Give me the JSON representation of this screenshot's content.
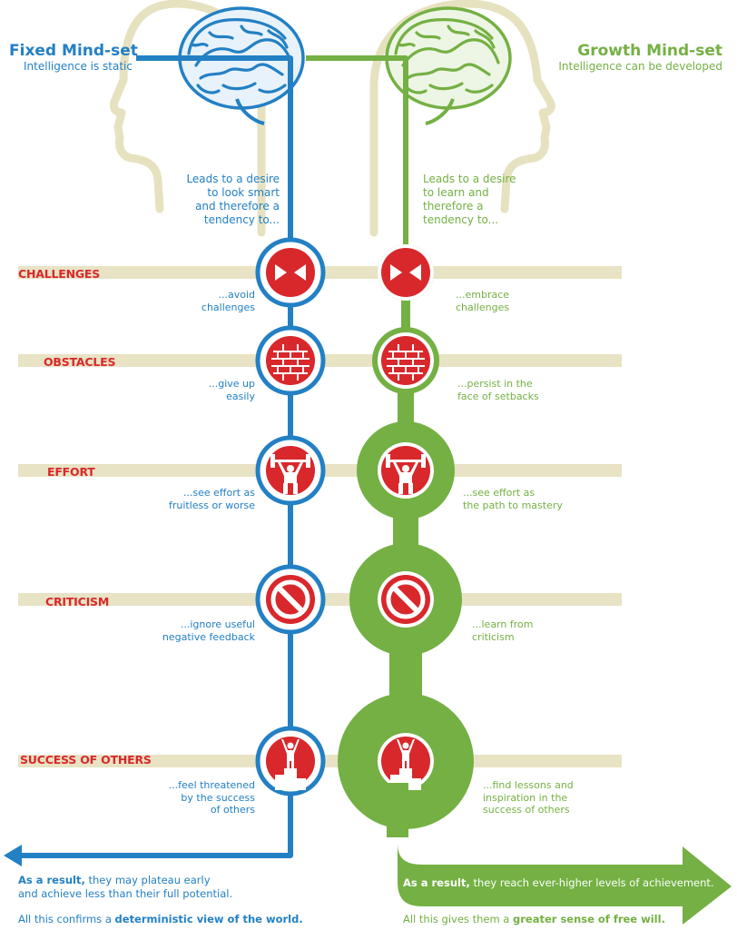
{
  "fixed": {
    "title": "Fixed Mind-set",
    "subtitle": "Intelligence is static",
    "lead": [
      "Leads to a desire",
      "to look smart",
      "and therefore a",
      "tendency to..."
    ]
  },
  "growth": {
    "title": "Growth Mind-set",
    "subtitle": "Intelligence can be developed",
    "lead": [
      "Leads to a desire",
      "to learn and",
      "therefore a",
      "tendency to..."
    ]
  },
  "rows": [
    {
      "category": "CHALLENGES",
      "icon": "arrows-converging-icon",
      "fixed": [
        "...avoid",
        "challenges"
      ],
      "growth": [
        "...embrace",
        "challenges"
      ]
    },
    {
      "category": "OBSTACLES",
      "icon": "brick-wall-icon",
      "fixed": [
        "...give up",
        "easily"
      ],
      "growth": [
        "...persist in the",
        "face of setbacks"
      ]
    },
    {
      "category": "EFFORT",
      "icon": "weightlifter-icon",
      "fixed": [
        "...see effort as",
        "fruitless or worse"
      ],
      "growth": [
        "...see effort as",
        "the path to mastery"
      ]
    },
    {
      "category": "CRITICISM",
      "icon": "no-sign-icon",
      "fixed": [
        "...ignore useful",
        "negative feedback"
      ],
      "growth": [
        "...learn from",
        "criticism"
      ]
    },
    {
      "category": "SUCCESS OF OTHERS",
      "icon": "winner-podium-icon",
      "fixed": [
        "...feel threatened",
        "by the success",
        "of others"
      ],
      "growth": [
        "...find lessons and",
        "inspiration in the",
        "success of others"
      ]
    }
  ],
  "result": {
    "fixed_bold": "As a result,",
    "fixed_text_1": " they may plateau early",
    "fixed_text_2": "and achieve less than their full potential.",
    "growth_bold": "As a result,",
    "growth_text": " they reach ever-higher levels of achievement."
  },
  "conclusion": {
    "fixed_text": "All this confirms a ",
    "fixed_bold": "deterministic view of the world.",
    "growth_text": "All this gives them a ",
    "growth_bold": "greater sense of free will."
  },
  "colors": {
    "fixed": "#2380c4",
    "growth": "#74b043",
    "accent": "#d8282c",
    "band": "#e8e3c4",
    "head": "#e6e2c0"
  }
}
